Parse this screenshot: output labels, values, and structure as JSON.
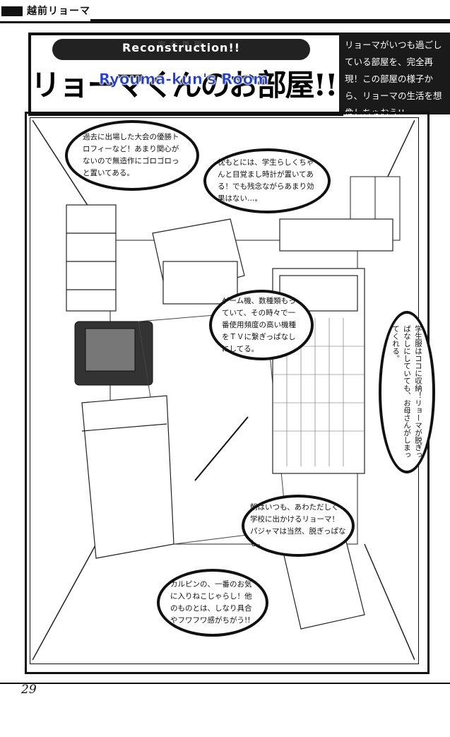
{
  "header": {
    "series_label": "越前リョーマ"
  },
  "title": {
    "badge": "Reconstruction!!",
    "badge_ghost": "完全再現",
    "main": "リョーマくんのお部屋!!",
    "overlay": "Ryouma-kun's Room"
  },
  "intro": {
    "text": "リョーマがいつも過ごしている部屋を、完全再現！この部屋の様子から、リョーマの生活を想像しちゃおう!!"
  },
  "captions": {
    "trophy": "過去に出場した大会の優勝トロフィーなど！あまり関心がないので無造作にゴロゴロっと置いてある。",
    "pillow": "枕もとには、学生らしくちゃんと目覚まし時計が置いてある！でも残念ながらあまり効果はない…。",
    "game": "ゲーム機、数種類もっていて、その時々で一番使用頻度の高い機種をＴＶに繋ぎっぱなしにしてる。",
    "uniform": "学生服はココに収納！リョーマが脱ぎっぱなしにしていても、お母さんがしまってくれる。",
    "pajama": "朝はいつも、あわただしく学校に出かけるリョーマ！パジャマは当然、脱ぎっぱなし。",
    "karupin": "カルピンの、一番のお気に入りねこじゃらし！他のものとは、しなり具合やフワフワ感がちがう!!"
  },
  "footer": {
    "page_number": "29"
  }
}
